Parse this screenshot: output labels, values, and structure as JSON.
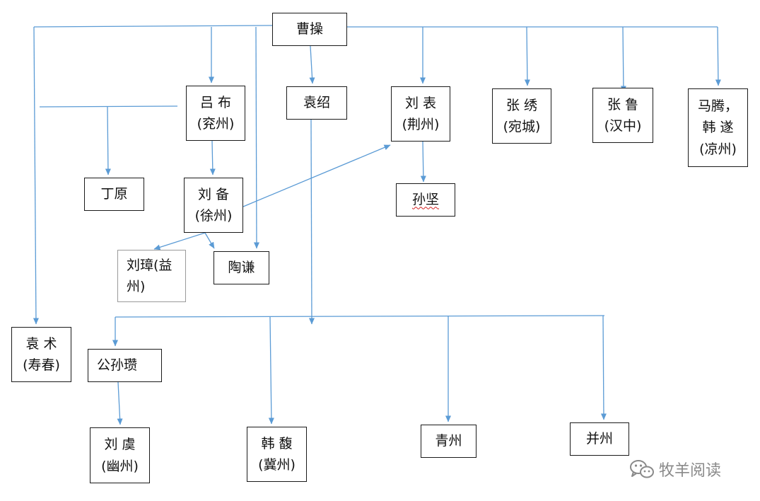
{
  "nodes": [
    {
      "id": "cao-cao",
      "lines": [
        "曹操"
      ]
    },
    {
      "id": "lv-bu",
      "lines": [
        "吕  布",
        "(兖州)"
      ]
    },
    {
      "id": "yuan-shao",
      "lines": [
        "袁绍"
      ]
    },
    {
      "id": "liu-biao",
      "lines": [
        "刘  表",
        "(荆州)"
      ]
    },
    {
      "id": "zhang-xiu",
      "lines": [
        "张  绣",
        "(宛城)"
      ]
    },
    {
      "id": "zhang-lu",
      "lines": [
        "张  鲁",
        "(汉中)"
      ]
    },
    {
      "id": "ma-han",
      "lines": [
        "马腾，",
        "韩  遂",
        "(凉州)"
      ]
    },
    {
      "id": "ding-yuan",
      "lines": [
        "丁原"
      ]
    },
    {
      "id": "liu-bei",
      "lines": [
        "刘  备",
        "(徐州)"
      ]
    },
    {
      "id": "sun-jian",
      "lines": [
        "孙坚"
      ]
    },
    {
      "id": "liu-zhang",
      "lines": [
        "刘璋(益",
        "州)"
      ]
    },
    {
      "id": "tao-qian",
      "lines": [
        "陶谦"
      ]
    },
    {
      "id": "yuan-shu",
      "lines": [
        "袁  术",
        "(寿春)"
      ]
    },
    {
      "id": "gongsun-zan",
      "lines": [
        "公孙瓒"
      ]
    },
    {
      "id": "liu-yu",
      "lines": [
        "刘  虞",
        "(幽州)"
      ]
    },
    {
      "id": "han-fu",
      "lines": [
        "韩  馥",
        "(冀州)"
      ]
    },
    {
      "id": "qingzhou",
      "lines": [
        "青州"
      ]
    },
    {
      "id": "bingzhou",
      "lines": [
        "并州"
      ]
    }
  ],
  "watermark": {
    "text": "牧羊阅读",
    "icon": "wechat-icon"
  },
  "colors": {
    "edge": "#5b9bd5",
    "border": "#1a1a1a",
    "watermark": "#8a8a8a"
  }
}
